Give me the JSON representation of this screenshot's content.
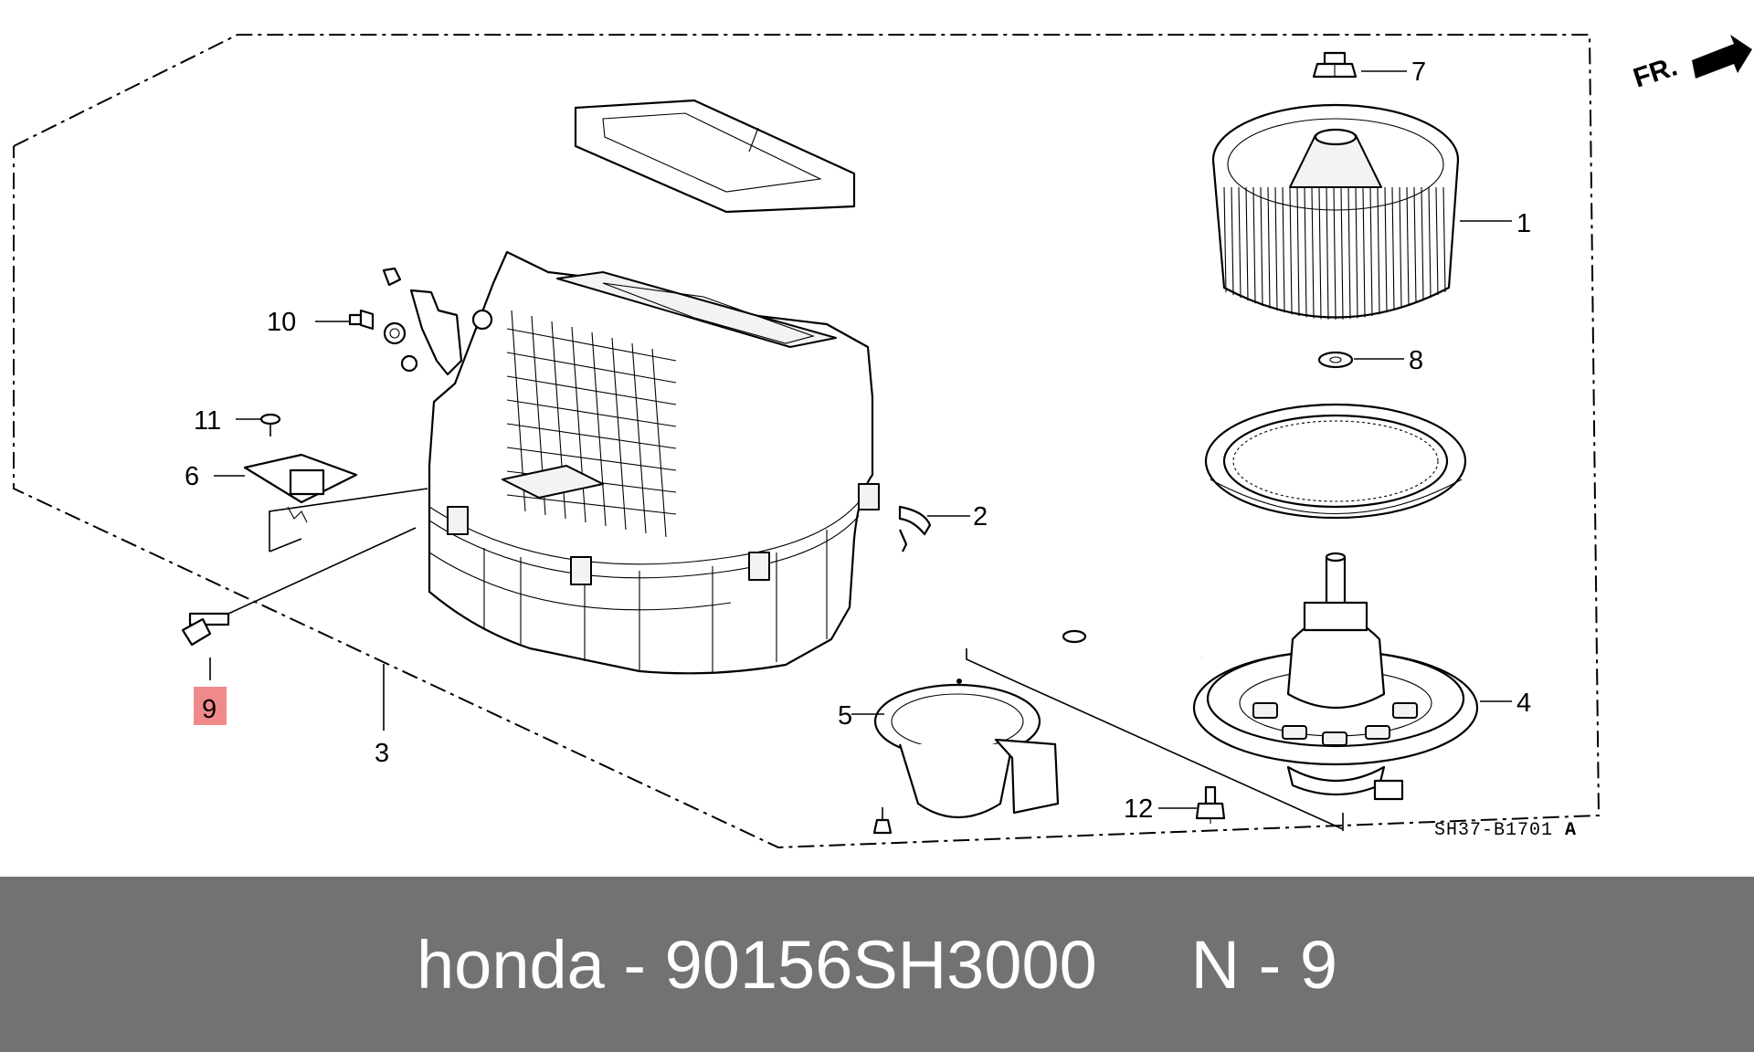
{
  "diagram": {
    "direction_marker": "FR.",
    "diagram_code": "SH37-B1701",
    "diagram_code_suffix": "A",
    "callouts": [
      "1",
      "2",
      "3",
      "4",
      "5",
      "6",
      "7",
      "8",
      "9",
      "10",
      "11",
      "12"
    ],
    "highlighted_callout": "9",
    "highlight_color": "#f08a8a"
  },
  "footer": {
    "brand": "honda",
    "separator1": " - ",
    "part_number": "90156SH3000",
    "gap": "     ",
    "position_label": "N",
    "separator2": " - ",
    "position_number": "9"
  }
}
